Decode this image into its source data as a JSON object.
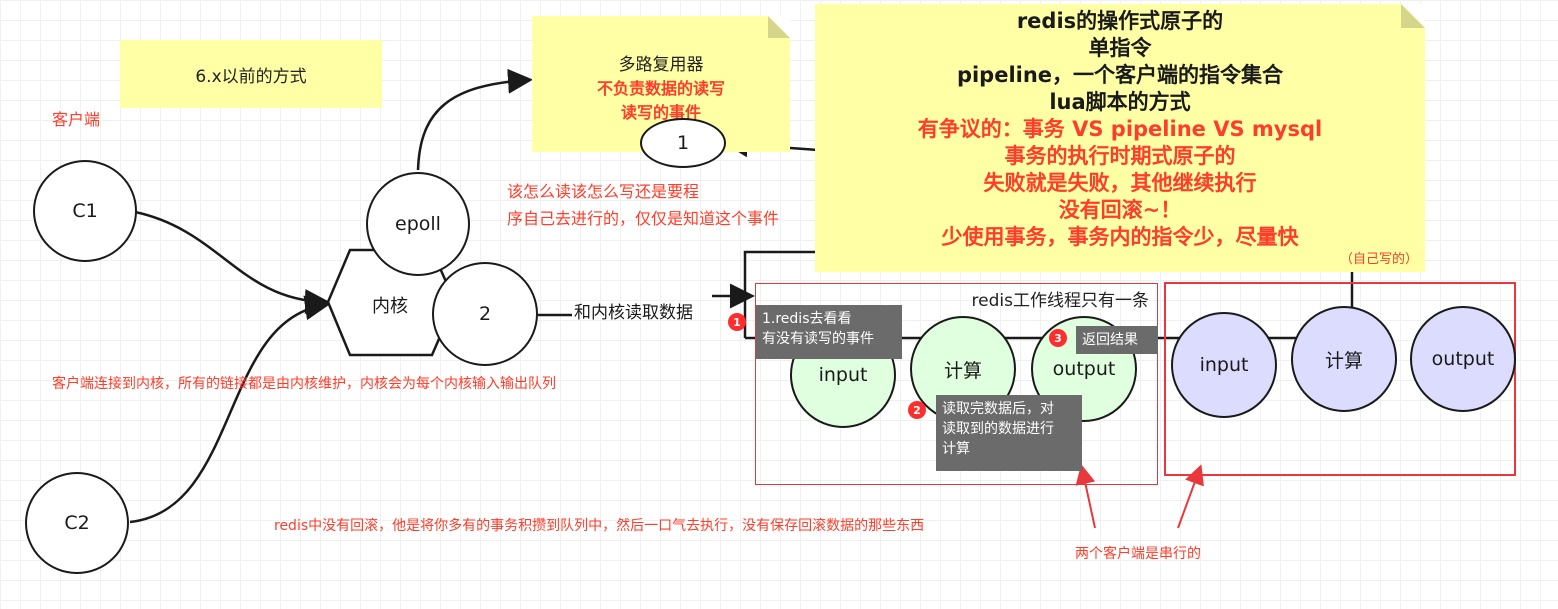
{
  "notes": {
    "version_note": "6.x以前的方式",
    "multiplexer": {
      "title": "多路复用器",
      "line1": "不负责数据的读写",
      "line2": "读写的事件"
    },
    "atomic": {
      "lines_black": [
        "redis的操作式原子的",
        "单指令",
        "pipeline，一个客户端的指令集合",
        "lua脚本的方式"
      ],
      "lines_red": [
        "有争议的：事务 VS pipeline VS mysql",
        "事务的执行时期式原子的",
        "失败就是失败，其他继续执行",
        "没有回滚~！",
        "少使用事务，事务内的指令少，尽量快"
      ]
    }
  },
  "labels": {
    "client_label": "客户端",
    "read_write_explain_1": "该怎么读该怎么写还是要程",
    "read_write_explain_2": "序自己去进行的，仅仅是知道这个事件",
    "read_from_kernel": "和内核读取数据",
    "kernel_explain": "客户端连接到内核，所有的链接都是由内核维护，内核会为每个内核输入输出队列",
    "rollback_explain": "redis中没有回滚，他是将你多有的事务积攒到队列中，然后一口气去执行，没有保存回滚数据的那些东西",
    "serial_explain": "两个客户端是串行的",
    "self_written": "（自己写的）",
    "worker_thread": "redis工作线程只有一条"
  },
  "nodes": {
    "c1": "C1",
    "c2": "C2",
    "kernel": "内核",
    "epoll": "epoll",
    "fd2": "2",
    "fd1": "1",
    "input_1": "input",
    "compute_1": "计算",
    "output_1": "output",
    "input_2": "input",
    "compute_2": "计算",
    "output_2": "output"
  },
  "tips": {
    "tip1_badge": "1",
    "tip1_line1": "1.redis去看看",
    "tip1_line2": "有没有读写的事件",
    "tip2_badge": "2",
    "tip2_line1": "读取完数据后，对",
    "tip2_line2": "读取到的数据进行",
    "tip2_line3": "计算",
    "tip3_badge": "3",
    "tip3_line1": "返回结果"
  },
  "colors": {
    "note_yellow": "#ffffa6",
    "accent_red": "#ff3d2a",
    "box_red": "#e8383b",
    "node_green": "#dfffdf",
    "node_blue": "#dcdcff",
    "tip_gray": "#6b6b6b"
  }
}
